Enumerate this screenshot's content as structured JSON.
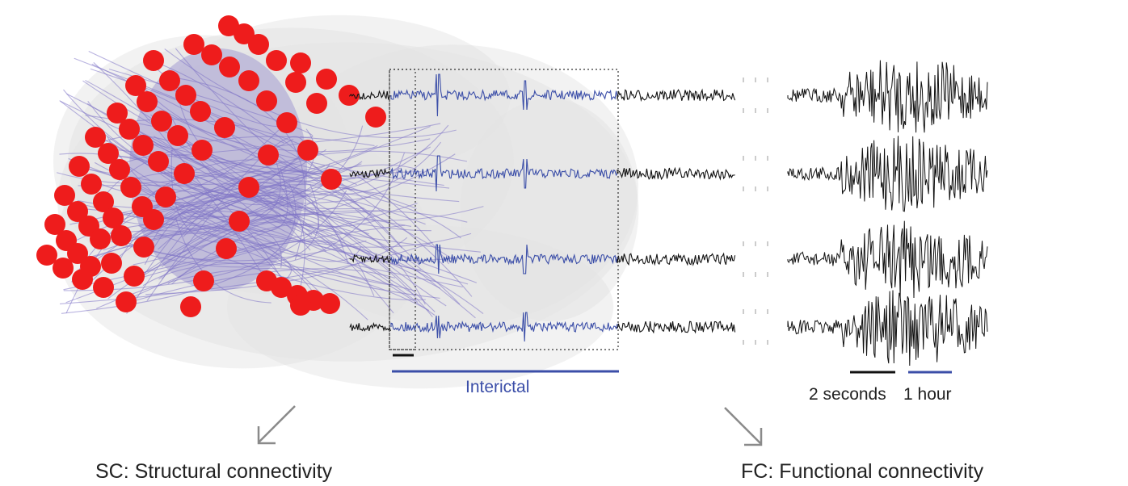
{
  "labels": {
    "interictal": "Interictal",
    "scale_black": "2 seconds",
    "scale_blue": "1 hour",
    "sc": "SC: Structural connectivity",
    "fc": "FC: Functional connectivity"
  },
  "colors": {
    "brain": "#d9d9d9",
    "fibers": "#7f74c6",
    "electrodes": "#ee1c1c",
    "signal_black": "#111111",
    "signal_blue": "#3b4ea8",
    "arrow": "#8a8a8a"
  }
}
